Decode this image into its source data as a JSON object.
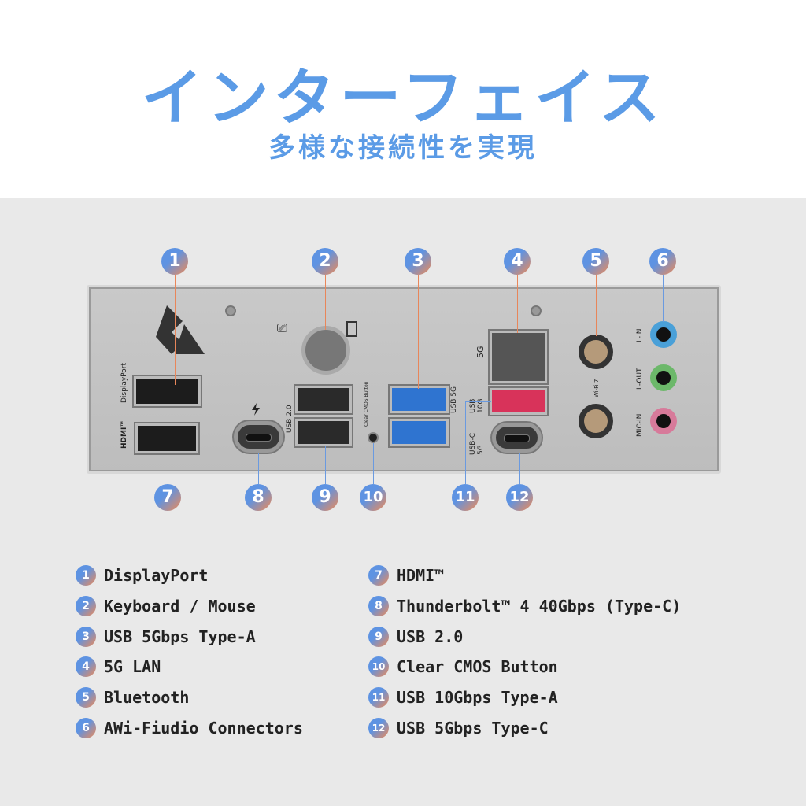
{
  "header": {
    "title": "インターフェイス",
    "subtitle": "多様な接続性を実現"
  },
  "panel_labels": {
    "displayport": "DisplayPort",
    "hdmi": "HDMI™",
    "usb20": "USB 2.0",
    "cmos": "Clear CMOS Button",
    "usb5g": "USB 5G",
    "usb10g": "USB 10G",
    "usbc5g": "USB-C 5G",
    "lan": "5G",
    "wifi": "Wi-Fi 7",
    "lin": "L-IN",
    "lout": "L-OUT",
    "micin": "MIC-IN"
  },
  "markers": [
    "1",
    "2",
    "3",
    "4",
    "5",
    "6",
    "7",
    "8",
    "9",
    "10",
    "11",
    "12"
  ],
  "legend": [
    {
      "num": "1",
      "label": "DisplayPort"
    },
    {
      "num": "2",
      "label": "Keyboard / Mouse"
    },
    {
      "num": "3",
      "label": "USB 5Gbps Type-A"
    },
    {
      "num": "4",
      "label": "5G LAN"
    },
    {
      "num": "5",
      "label": "Bluetooth"
    },
    {
      "num": "6",
      "label": "AWi-Fiudio Connectors"
    },
    {
      "num": "7",
      "label": "HDMI™"
    },
    {
      "num": "8",
      "label": "Thunderbolt™ 4 40Gbps (Type-C)"
    },
    {
      "num": "9",
      "label": "USB 2.0"
    },
    {
      "num": "10",
      "label": "Clear CMOS Button"
    },
    {
      "num": "11",
      "label": "USB 10Gbps Type-A"
    },
    {
      "num": "12",
      "label": "USB 5Gbps Type-C"
    }
  ],
  "colors": {
    "accent": "#5b9be6",
    "gradient_end": "#f08a55",
    "usb5g": "#2f74d0",
    "usb10g": "#d8335a",
    "line_in": "#4aa0d8",
    "line_out": "#6cb86a",
    "mic_in": "#d77a9a"
  }
}
